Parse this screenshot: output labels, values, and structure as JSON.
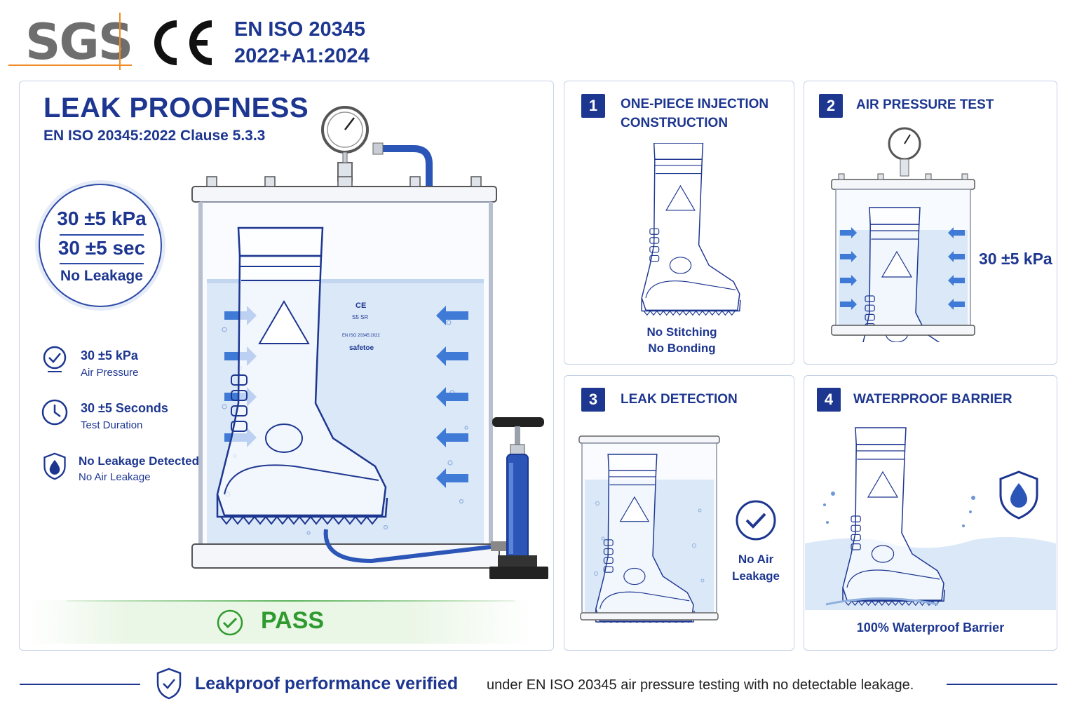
{
  "header": {
    "logo_text": "SGS",
    "ce_mark": "CE",
    "standard_line1": "EN ISO 20345",
    "standard_line2": "2022+A1:2024"
  },
  "main": {
    "title": "LEAK PROOFNESS",
    "subtitle": "EN ISO 20345:2022 Clause 5.3.3",
    "spec_circle": {
      "pressure": "30 ±5 kPa",
      "duration": "30 ±5 sec",
      "result": "No Leakage"
    },
    "features": [
      {
        "icon": "gauge-icon",
        "title": "30 ±5 kPa",
        "subtitle": "Air Pressure"
      },
      {
        "icon": "clock-icon",
        "title": "30 ±5 Seconds",
        "subtitle": "Test Duration"
      },
      {
        "icon": "water-drop-shield-icon",
        "title": "No Leakage Detected",
        "subtitle": "No Air Leakage"
      }
    ],
    "boot_label": {
      "ce": "CE",
      "size": "S5 SR",
      "standard": "EN ISO 20345:2022",
      "brand": "safetoe"
    },
    "result": "PASS"
  },
  "steps": [
    {
      "number": "1",
      "title_line1": "ONE-PIECE INJECTION",
      "title_line2": "CONSTRUCTION",
      "caption_line1": "No Stitching",
      "caption_line2": "No Bonding"
    },
    {
      "number": "2",
      "title_line1": "AIR PRESSURE TEST",
      "caption_line1": "30 ±5 kPa"
    },
    {
      "number": "3",
      "title_line1": "LEAK DETECTION",
      "caption_line1": "No Air",
      "caption_line2": "Leakage"
    },
    {
      "number": "4",
      "title_line1": "WATERPROOF BARRIER",
      "caption_line1": "100% Waterproof Barrier"
    }
  ],
  "footer": {
    "bold_text": "Leakproof performance verified",
    "rest_text": "under EN ISO 20345 air pressure testing with no detectable leakage."
  },
  "colors": {
    "navy": "#1d3690",
    "water": "#dbe8f8",
    "pass_green": "#2f9a2f",
    "sgs_orange": "#f08a24",
    "sgs_gray": "#6e6e6e"
  }
}
